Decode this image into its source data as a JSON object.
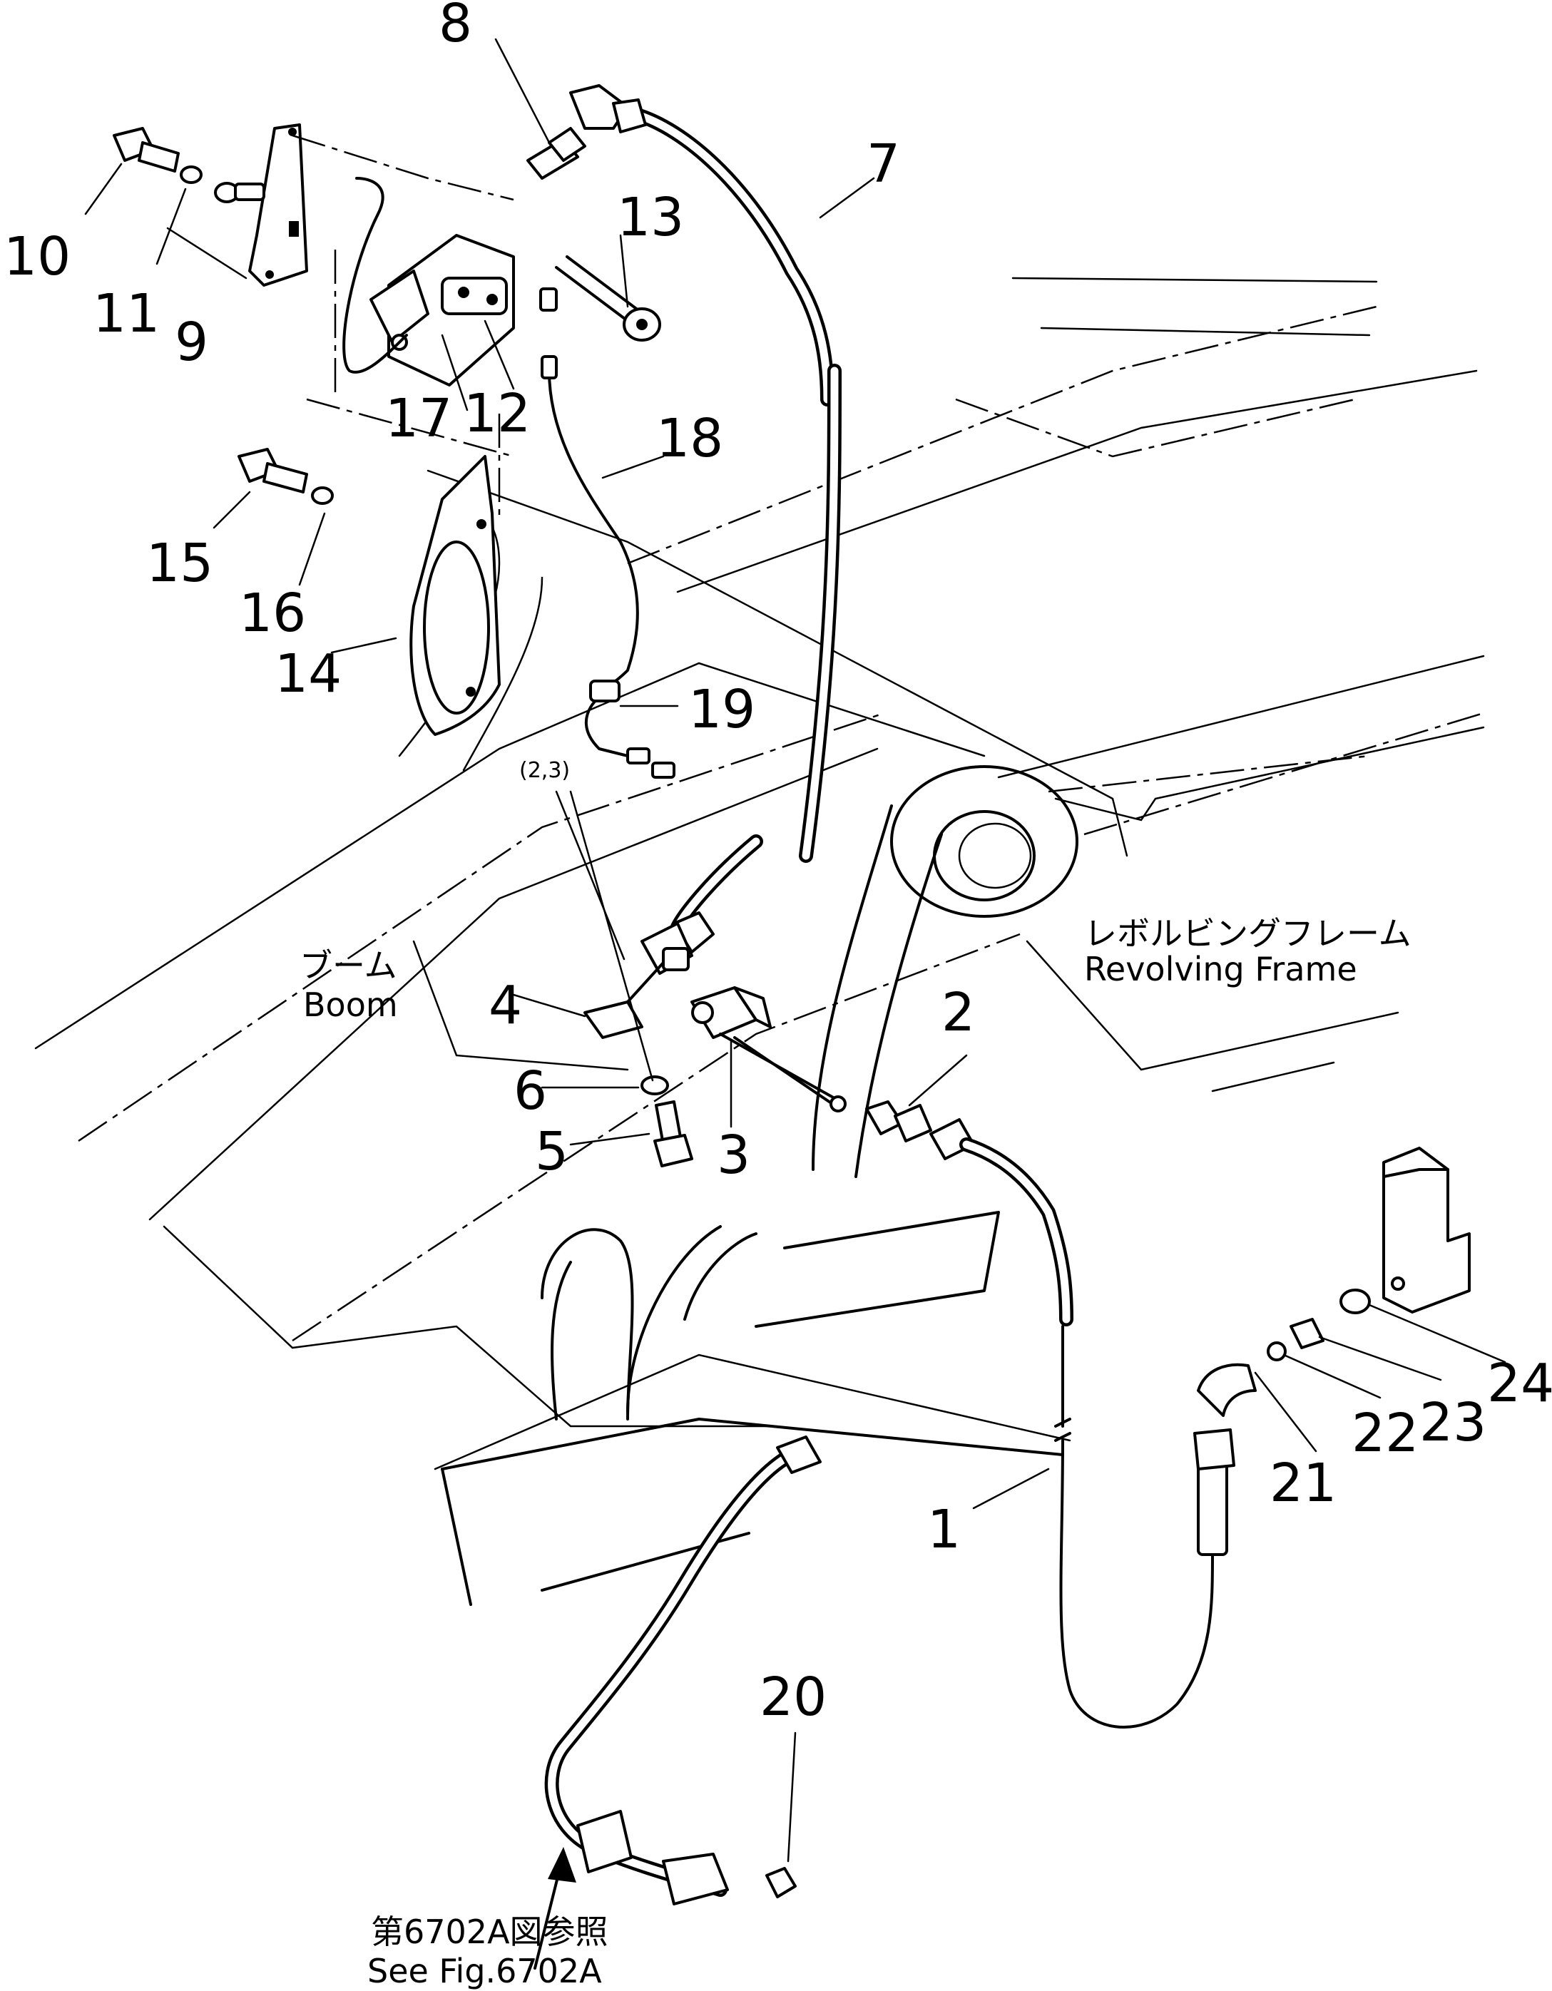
{
  "labels": {
    "revolving_frame_jp": "レボルビングフレーム",
    "revolving_frame_en": "Revolving Frame",
    "boom_jp": "ブーム",
    "boom_en": "Boom",
    "see_fig_jp": "第6702A図参照",
    "see_fig_en": "See Fig.6702A",
    "bracket_mark": "(2,3)"
  },
  "callouts": [
    "1",
    "2",
    "3",
    "4",
    "5",
    "6",
    "7",
    "8",
    "9",
    "10",
    "11",
    "12",
    "13",
    "14",
    "15",
    "16",
    "17",
    "18",
    "19",
    "20",
    "21",
    "22",
    "23",
    "24"
  ]
}
